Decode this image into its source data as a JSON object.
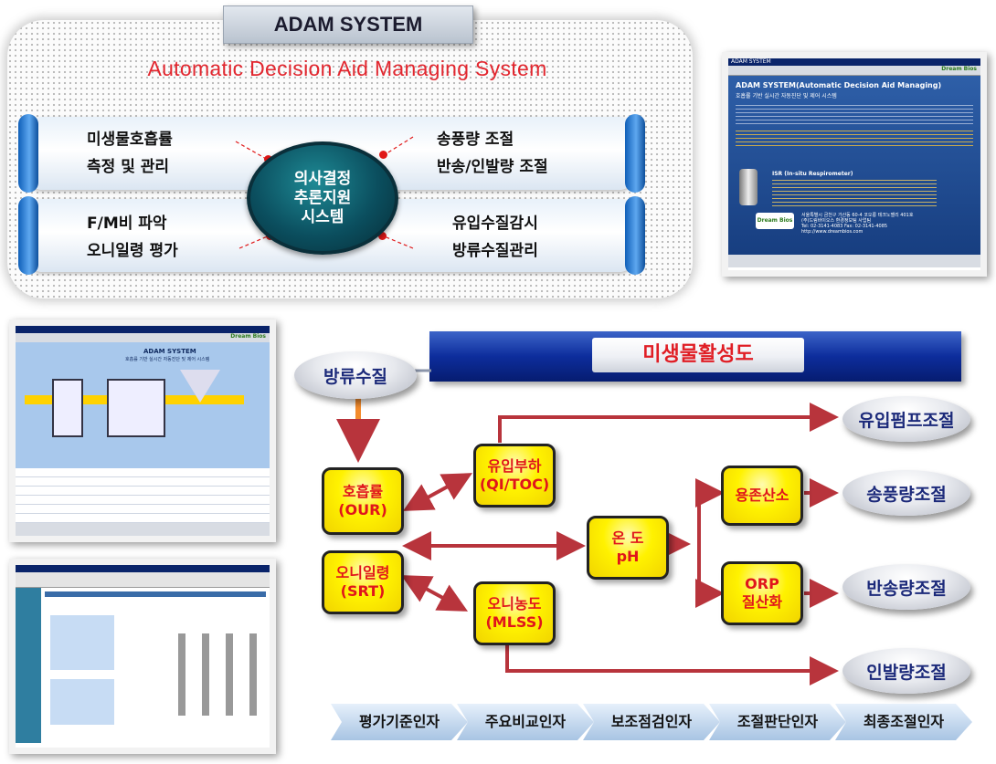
{
  "header": {
    "title": "ADAM SYSTEM",
    "subtitle": "Automatic Decision Aid Managing System"
  },
  "overview": {
    "center": [
      "의사결정",
      "추론지원",
      "시스템"
    ],
    "top_left": [
      "미생물호흡률",
      "측정 및 관리"
    ],
    "bottom_left": [
      "F/M비 파악",
      "오니일령 평가"
    ],
    "top_right": [
      "송풍량 조절",
      "반송/인발량 조절"
    ],
    "bottom_right": [
      "유입수질감시",
      "방류수질관리"
    ]
  },
  "app_screenshot_main": {
    "app_title": "ADAM SYSTEM",
    "heading": "ADAM SYSTEM(Automatic Decision Aid Managing)",
    "subheading": "호흡률 기반 실시간 자동진단 및 제어 시스템",
    "sensor_label": "ISR (In-situ Respirometer)",
    "company_logo": "Dream Bios",
    "contact_line1": "서울특별시 금천구 가산동 60-4 코오롱 테크노밸리 401호",
    "contact_line2": "(주)드림바이오스 환경정보팀 사업팀",
    "contact_line3": "Tel: 02-3141-4083   Fax: 02-3141-4085",
    "contact_line4": "http://www.dreambios.com"
  },
  "app_screenshot_process": {
    "app_title": "ADAM SYSTEM",
    "subheading": "호흡률 기반 실시간 자동진단 및 제어 시스템",
    "company_logo": "Dream Bios"
  },
  "flow": {
    "title": "미생물활성도",
    "effluent": "방류수질",
    "nodes": {
      "our": [
        "호흡률",
        "(OUR)"
      ],
      "srt": [
        "오니일령",
        "(SRT)"
      ],
      "qi": [
        "유입부하",
        "(QI/TOC)"
      ],
      "mlss": [
        "오니농도",
        "(MLSS)"
      ],
      "temp": [
        "온  도",
        "pH"
      ],
      "do": [
        "용존산소"
      ],
      "orp": [
        "ORP",
        "질산화"
      ]
    },
    "outputs": {
      "influent_pump": "유입펌프조절",
      "blower": "송풍량조절",
      "return": "반송량조절",
      "waste": "인발량조절"
    },
    "categories": [
      "평가기준인자",
      "주요비교인자",
      "보조점검인자",
      "조절판단인자",
      "최종조절인자"
    ]
  },
  "colors": {
    "accent_red": "#e01e25",
    "node_yellow": "#fff200",
    "arrow_red": "#b8343c",
    "bar_blue": "#0d2d9c"
  }
}
